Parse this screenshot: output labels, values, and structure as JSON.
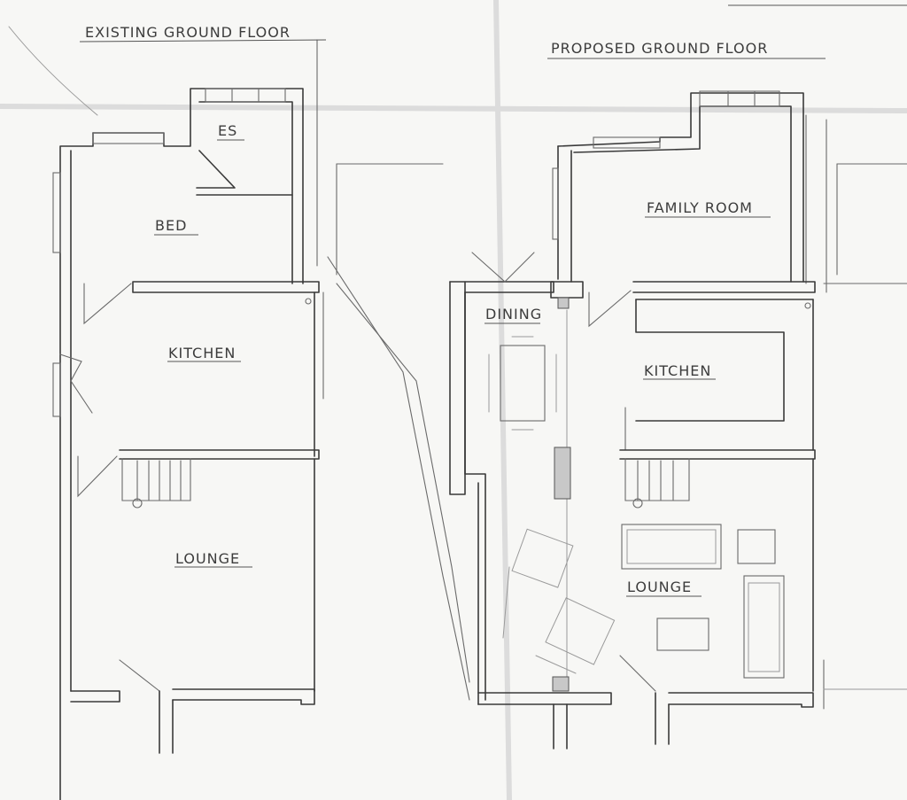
{
  "existing": {
    "title": "EXISTING GROUND FLOOR",
    "rooms": {
      "es": "ES",
      "bed": "BED",
      "kitchen": "KITCHEN",
      "lounge": "LOUNGE"
    }
  },
  "proposed": {
    "title": "PROPOSED GROUND FLOOR",
    "rooms": {
      "family": "FAMILY ROOM",
      "dining": "DINING",
      "kitchen": "KITCHEN",
      "lounge": "LOUNGE"
    }
  },
  "colors": {
    "paper": "#f7f7f5",
    "pencil": "#3a3a3a"
  }
}
